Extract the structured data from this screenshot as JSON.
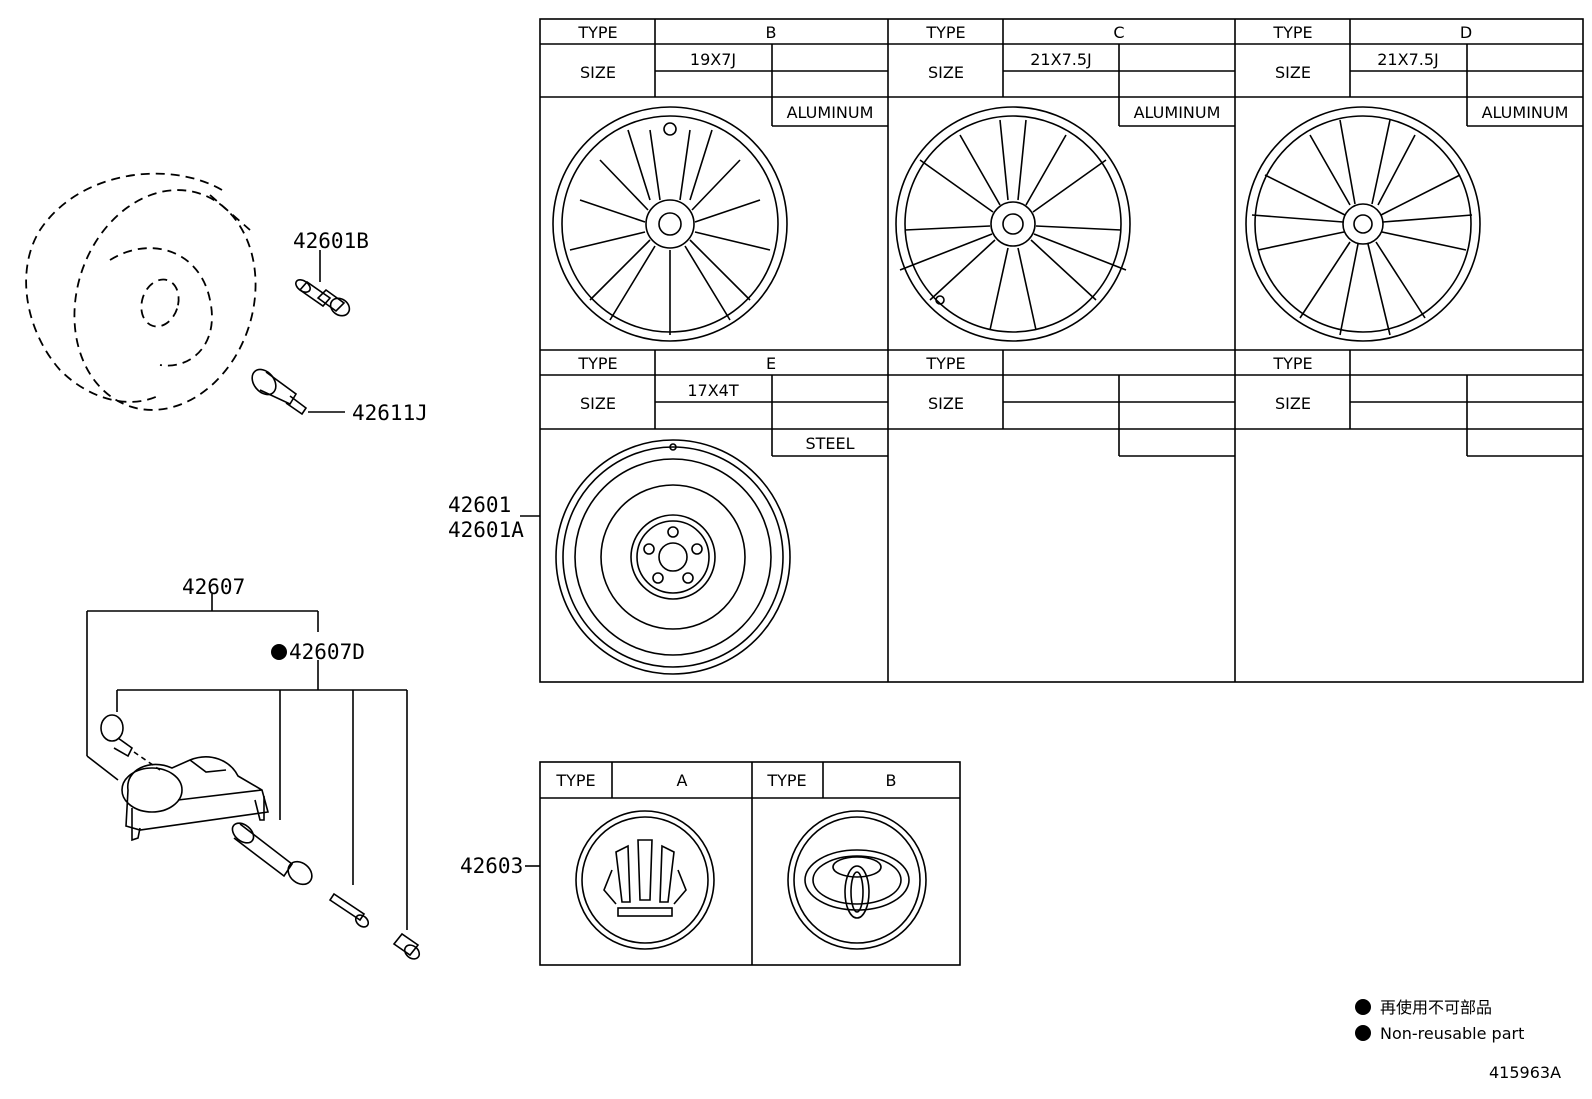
{
  "part_numbers": {
    "lug_nut": "42601B",
    "valve": "42611J",
    "wheel_main": "42601",
    "wheel_alt": "42601A",
    "tpms_sensor": "42607",
    "tpms_service_kit": "42607D",
    "ornament": "42603"
  },
  "table_labels": {
    "type": "TYPE",
    "size": "SIZE"
  },
  "wheels": [
    {
      "type": "B",
      "size": "19X7J",
      "material": "ALUMINUM"
    },
    {
      "type": "C",
      "size": "21X7.5J",
      "material": "ALUMINUM"
    },
    {
      "type": "D",
      "size": "21X7.5J",
      "material": "ALUMINUM"
    },
    {
      "type": "E",
      "size": "17X4T",
      "material": "STEEL"
    },
    {
      "type": "",
      "size": "",
      "material": ""
    },
    {
      "type": "",
      "size": "",
      "material": ""
    }
  ],
  "ornaments": [
    {
      "type": "A",
      "icon": "crown-emblem-icon"
    },
    {
      "type": "B",
      "icon": "toyota-emblem-icon"
    }
  ],
  "legend": {
    "jp": "再使用不可部品",
    "en": "Non-reusable part",
    "marker": "●"
  },
  "figure_id": "415963A"
}
